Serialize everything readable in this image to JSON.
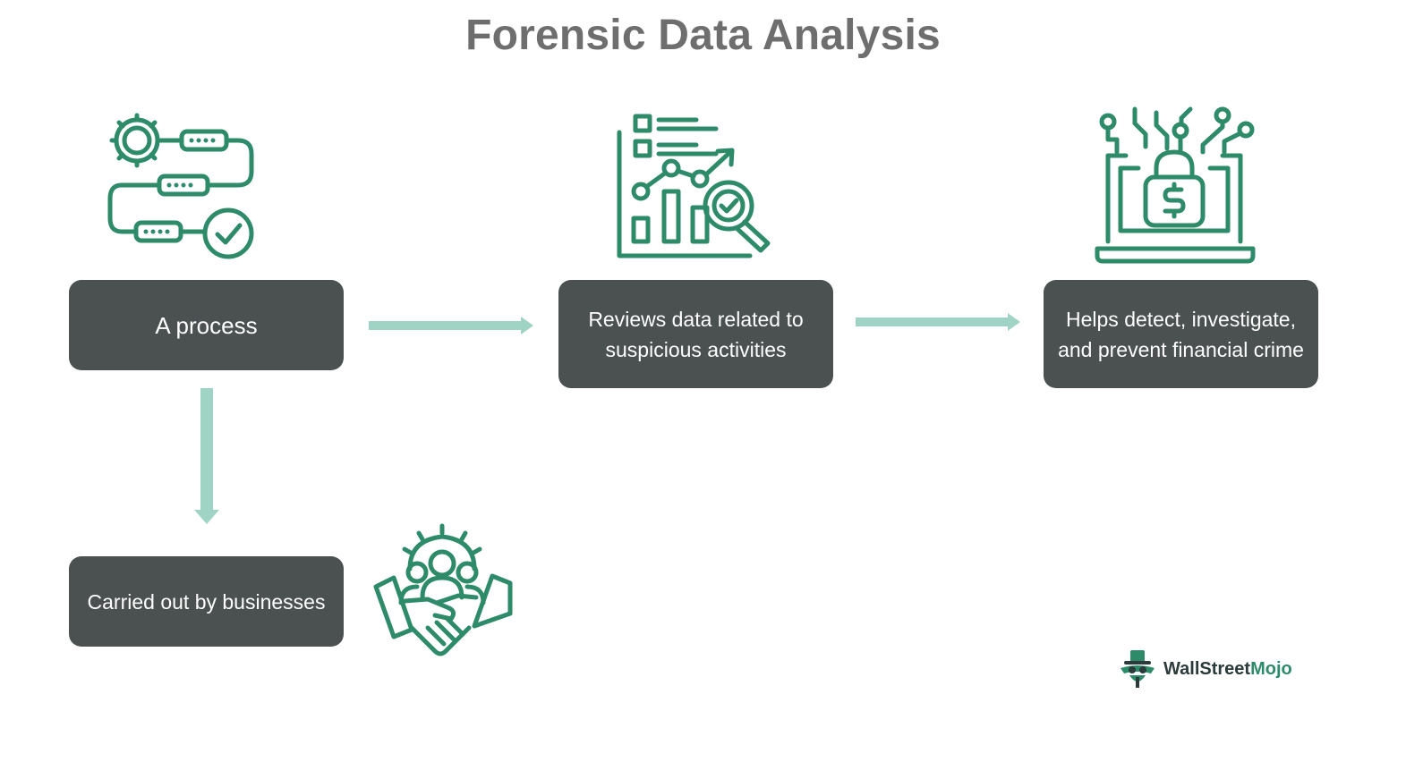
{
  "title": "Forensic Data Analysis",
  "boxes": {
    "process": "A process",
    "reviews": "Reviews data related to suspicious activities",
    "helps": "Helps detect, investigate, and prevent financial crime",
    "carried": "Carried out by businesses"
  },
  "icons": {
    "process": "process-flow-icon",
    "reviews": "data-analysis-chart-icon",
    "helps": "laptop-lock-security-icon",
    "carried": "team-handshake-icon"
  },
  "logo": {
    "part1": "WallStreet",
    "part2": "Mojo"
  },
  "colors": {
    "icon": "#2e8b6a",
    "box": "#4a5150",
    "arrow": "#9fd4c4",
    "title": "#6e6e6e"
  }
}
